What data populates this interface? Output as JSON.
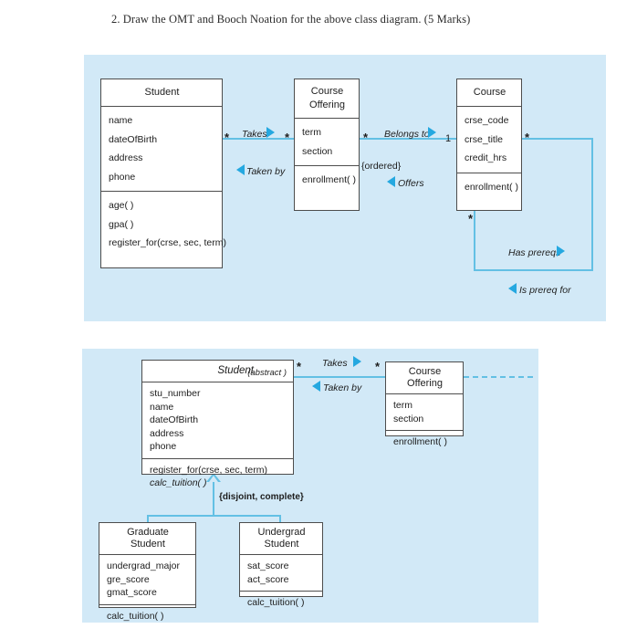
{
  "question": {
    "text": "2. Draw the OMT and Booch Noation for the above class diagram. (5 Marks)"
  },
  "colors": {
    "panel_background": "#d2e9f7",
    "connector": "#63c0e4",
    "arrow_fill": "#25a8e0",
    "box_border": "#4d4d4d",
    "box_fill": "#ffffff",
    "text": "#1d1d1d"
  },
  "omt_diagram": {
    "classes": {
      "student": {
        "name": "Student",
        "attributes": [
          "name",
          "dateOfBirth",
          "address",
          "phone"
        ],
        "operations": [
          "age( )",
          "gpa( )",
          "register_for(crse, sec, term)"
        ]
      },
      "course_offering": {
        "name_line1": "Course",
        "name_line2": "Offering",
        "attributes": [
          "term",
          "section"
        ],
        "operations": [
          "enrollment( )"
        ]
      },
      "course": {
        "name": "Course",
        "attributes": [
          "crse_code",
          "crse_title",
          "credit_hrs"
        ],
        "operations": [
          "enrollment( )"
        ]
      }
    },
    "associations": {
      "takes": "Takes",
      "taken_by": "Taken by",
      "belongs_to": "Belongs to",
      "offers": "Offers",
      "has_prereqs": "Has prereqs",
      "is_prereq_for": "Is prereq for"
    },
    "multiplicities": {
      "student_end": "*",
      "offering_left_end": "*",
      "offering_right_end": "*",
      "course_left_end": "1",
      "course_right_end": "*",
      "course_bottom_end": "*"
    },
    "constraints": {
      "ordered": "{ordered}"
    }
  },
  "booch_diagram": {
    "classes": {
      "student": {
        "name": "Student",
        "stereotype": "(abstract )",
        "attributes": [
          "stu_number",
          "name",
          "dateOfBirth",
          "address",
          "phone"
        ],
        "operations": [
          "register_for(crse, sec, term)",
          "calc_tuition( )"
        ]
      },
      "course_offering": {
        "name_line1": "Course",
        "name_line2": "Offering",
        "attributes": [
          "term",
          "section"
        ],
        "operations": [
          "enrollment( )"
        ]
      },
      "graduate_student": {
        "name_line1": "Graduate",
        "name_line2": "Student",
        "attributes": [
          "undergrad_major",
          "gre_score",
          "gmat_score"
        ],
        "operations": [
          "calc_tuition( )"
        ]
      },
      "undergrad_student": {
        "name_line1": "Undergrad",
        "name_line2": "Student",
        "attributes": [
          "sat_score",
          "act_score"
        ],
        "operations": [
          "calc_tuition( )"
        ]
      }
    },
    "associations": {
      "takes": "Takes",
      "taken_by": "Taken by"
    },
    "multiplicities": {
      "student_end": "*",
      "offering_end": "*"
    },
    "generalization": {
      "constraint": "{disjoint, complete}"
    }
  }
}
